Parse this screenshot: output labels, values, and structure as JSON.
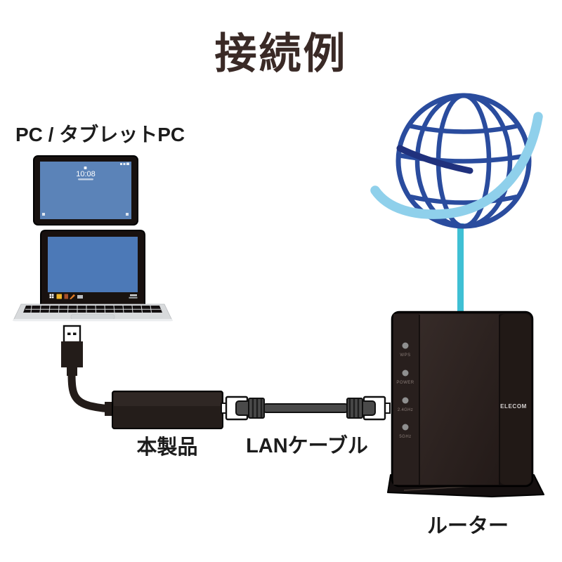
{
  "title": "接続例",
  "nodes": {
    "devices_label": "PC / タブレットPC",
    "product_label": "本製品",
    "lan_cable_label": "LANケーブル",
    "router_label": "ルーター"
  },
  "tablet": {
    "clock": "10:08"
  },
  "router": {
    "brand": "ELECOM",
    "led_labels": [
      "WPS",
      "POWER",
      "2.4GHz",
      "5GHz"
    ]
  },
  "colors": {
    "title_text": "#3a2a26",
    "label_text": "#1c1c1c",
    "tablet_screen_blue": "#5b83b8",
    "laptop_screen_blue": "#4c79b7",
    "globe_blue": "#2a4c9e",
    "globe_navy": "#20317d",
    "swoosh_light_blue": "#8fd0eb",
    "internet_line_cyan": "#3fc0d4",
    "device_black": "#231c19"
  }
}
